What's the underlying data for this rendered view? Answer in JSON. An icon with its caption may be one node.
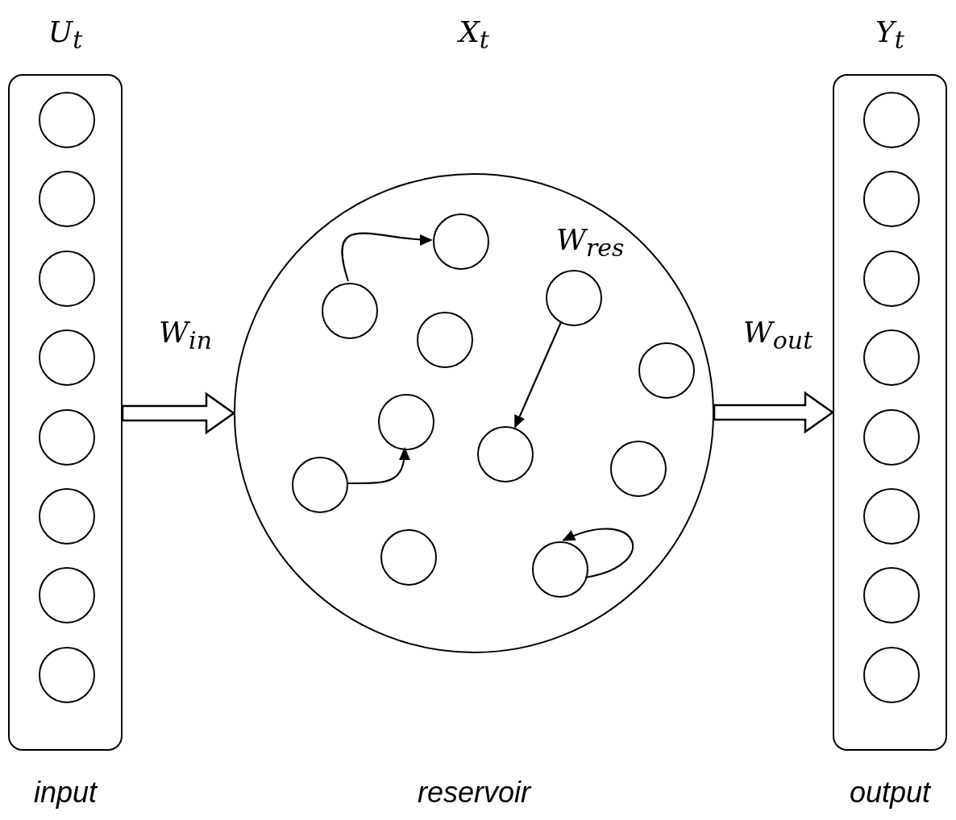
{
  "diagram": {
    "nodes": [
      {
        "text": [
          "U$_{t}$"
        ],
        "beside": [
          "input"
        ]
      },
      {
        "text": [],
        "shape": "circle",
        "in": 0
      },
      {
        "text": [],
        "shape": "circle",
        "in": 0
      },
      {
        "text": [],
        "shape": "circle",
        "in": 0
      },
      {
        "text": [],
        "shape": "circle",
        "in": 0
      },
      {
        "text": [],
        "shape": "circle",
        "in": 0
      },
      {
        "text": [],
        "shape": "circle",
        "in": 0
      },
      {
        "text": [],
        "shape": "circle",
        "in": 0
      },
      {
        "text": [],
        "shape": "circle",
        "in": 0
      },
      {
        "text": [
          "X$_{t}$"
        ]
      },
      {
        "text": [],
        "shape": "circle",
        "in": 9
      },
      {
        "text": [],
        "shape": "circle",
        "in": 9
      },
      {
        "text": [],
        "shape": "circle",
        "in": 9
      },
      {
        "text": [],
        "shape": "circle",
        "in": 9
      },
      {
        "text": [],
        "shape": "circle",
        "in": 9
      },
      {
        "text": [],
        "shape": "circle",
        "in": 9
      },
      {
        "text": [],
        "shape": "circle",
        "in": 9
      },
      {
        "text": [],
        "shape": "circle",
        "in": 9
      },
      {
        "text": [],
        "shape": "circle",
        "in": 9
      },
      {
        "text": [],
        "shape": "circle",
        "in": 9
      },
      {
        "text": [],
        "shape": "circle",
        "in": 9
      },
      {
        "text": [
          "Y$_{t}$"
        ],
        "beside": [
          "output"
        ]
      },
      {
        "text": [],
        "shape": "circle",
        "in": 21
      },
      {
        "text": [],
        "shape": "circle",
        "in": 21
      },
      {
        "text": [],
        "shape": "circle",
        "in": 21
      },
      {
        "text": [],
        "shape": "circle",
        "in": 21
      },
      {
        "text": [],
        "shape": "circle",
        "in": 21
      },
      {
        "text": [],
        "shape": "circle",
        "in": 21
      },
      {
        "text": [],
        "shape": "circle",
        "in": 21
      },
      {
        "text": [],
        "shape": "circle",
        "in": 21
      }
    ],
    "edges": [
      {
        "from": 0,
        "to": 9,
        "arrow": "to",
        "label": "W$_{in}$",
        "style": "thick"
      },
      {
        "from": 9,
        "to": 21,
        "arrow": "to",
        "label": "W$_{out}$",
        "style": "thick"
      },
      {
        "from": 12,
        "to": 10,
        "arrow": "to"
      },
      {
        "from": 11,
        "to": 16,
        "arrow": "to"
      },
      {
        "from": 18,
        "to": 15,
        "arrow": "to"
      },
      {
        "from": 20,
        "to": 20,
        "arrow": "to"
      }
    ],
    "labels": [
      "W$_{res}$",
      "reservoir"
    ]
  }
}
